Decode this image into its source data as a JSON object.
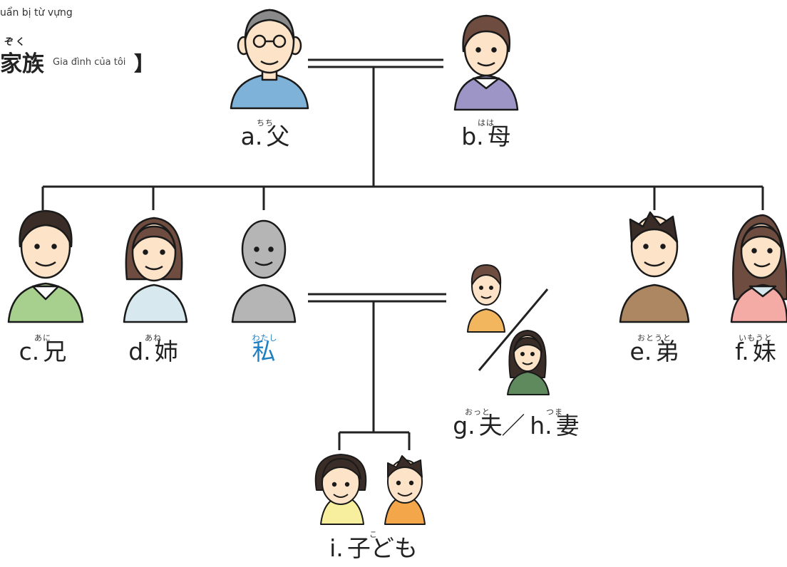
{
  "header": {
    "section_label": "uẩn bị từ vựng",
    "title_ruby": "ぞく",
    "title_kanji": "家族",
    "title_subtitle": "Gia đình của tôi",
    "title_bracket": "】"
  },
  "members": {
    "father": {
      "prefix": "a.",
      "kanji": "父",
      "ruby": "ちち"
    },
    "mother": {
      "prefix": "b.",
      "kanji": "母",
      "ruby": "はは"
    },
    "brother": {
      "prefix": "c.",
      "kanji": "兄",
      "ruby": "あに"
    },
    "sister": {
      "prefix": "d.",
      "kanji": "姉",
      "ruby": "あね"
    },
    "me": {
      "prefix": "",
      "kanji": "私",
      "ruby": "わたし"
    },
    "younger_brother": {
      "prefix": "e.",
      "kanji": "弟",
      "ruby": "おとうと"
    },
    "younger_sister": {
      "prefix": "f.",
      "kanji": "妹",
      "ruby": "いもうと"
    },
    "husband": {
      "prefix": "g.",
      "kanji": "夫",
      "ruby": "おっと"
    },
    "slash": "／",
    "wife": {
      "prefix": "h.",
      "kanji": "妻",
      "ruby": "つま"
    },
    "children": {
      "prefix": "i.",
      "kanji": "子ども",
      "ruby": "こ"
    }
  },
  "colors": {
    "line": "#222222",
    "me_accent": "#1e7fc1",
    "skin": "#fde3c8",
    "outline": "#1a1a1a",
    "father_shirt": "#7fb2d9",
    "mother_shirt": "#9c95c6",
    "brother_shirt": "#a7d08e",
    "sister_shirt": "#d7e8ee",
    "me_gray": "#b5b5b5",
    "ybrother_shirt": "#ad8761",
    "ysister_shirt": "#f4aba6",
    "husband_shirt": "#f2b65e",
    "wife_shirt": "#5f8a5e",
    "girl_shirt": "#f7ee9e",
    "boy_shirt": "#f4a64a",
    "hair_dark": "#3a2d27",
    "hair_brown": "#6e4d40",
    "hair_gray": "#8a8a8a"
  }
}
